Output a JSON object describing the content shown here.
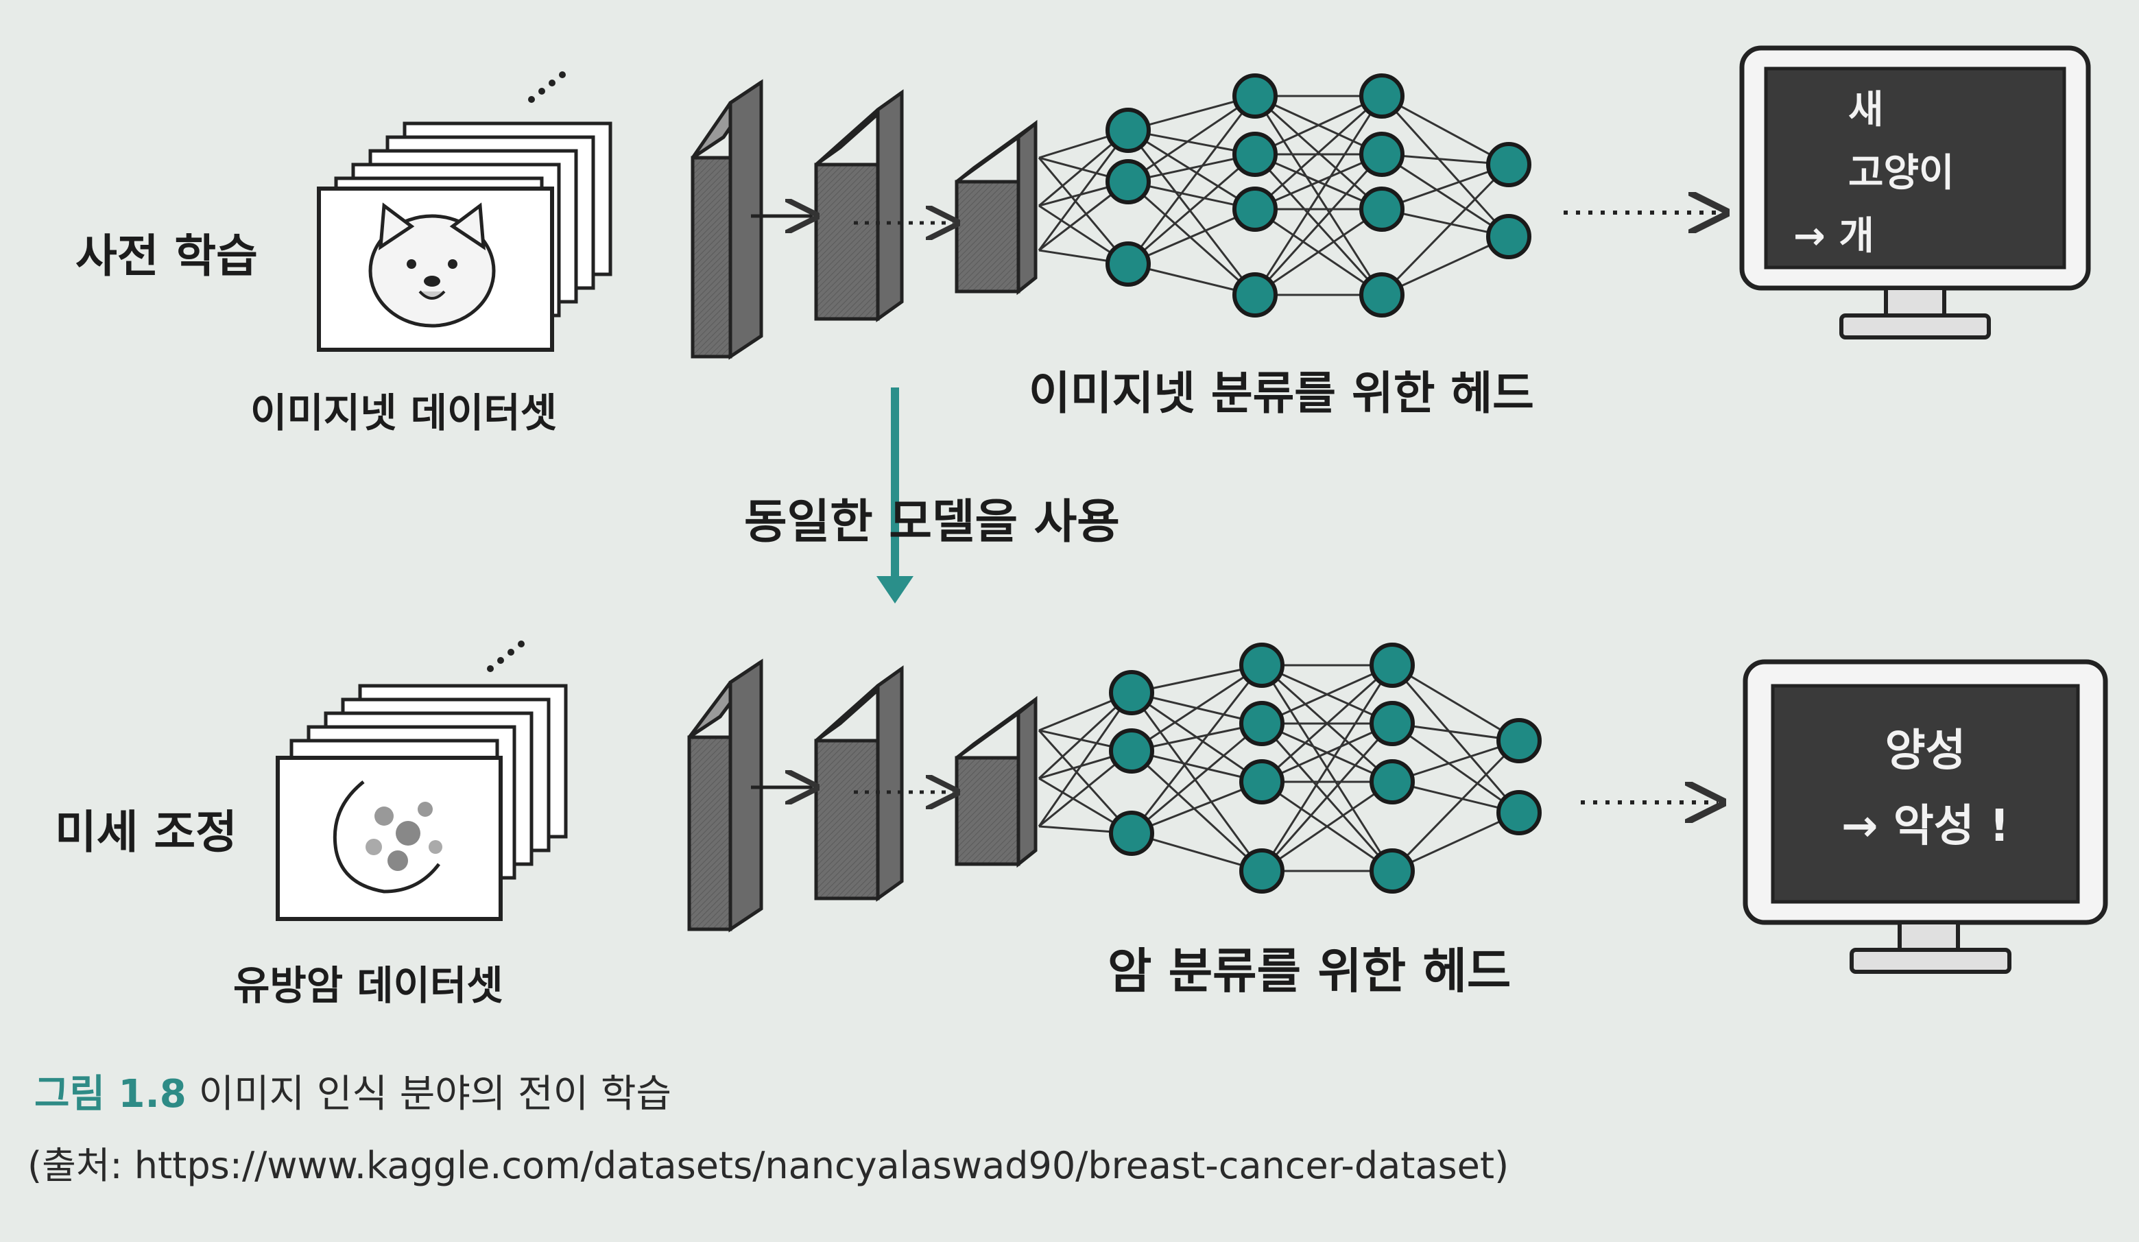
{
  "top_row": {
    "stage_label": "사전 학습",
    "dataset_label": "이미지넷 데이터셋",
    "head_label": "이미지넷 분류를 위한 헤드",
    "screen_lines": [
      "새",
      "고양이",
      "→ 개"
    ]
  },
  "shared_model_label": "동일한 모델을 사용",
  "bottom_row": {
    "stage_label": "미세 조정",
    "dataset_label": "유방암 데이터셋",
    "head_label": "암 분류를 위한 헤드",
    "screen_lines": [
      "양성",
      "→ 악성 !"
    ]
  },
  "caption": {
    "figure_number": "그림 1.8",
    "title": "이미지 인식 분야의 전이 학습",
    "source": "(출처: https://www.kaggle.com/datasets/nancyalaswad90/breast-cancer-dataset)"
  },
  "colors": {
    "node": "#1f8a84",
    "arrow_shared": "#2a8f8a",
    "monitor_screen": "#3a3a3a",
    "layer_face": "#6e6e6e"
  }
}
